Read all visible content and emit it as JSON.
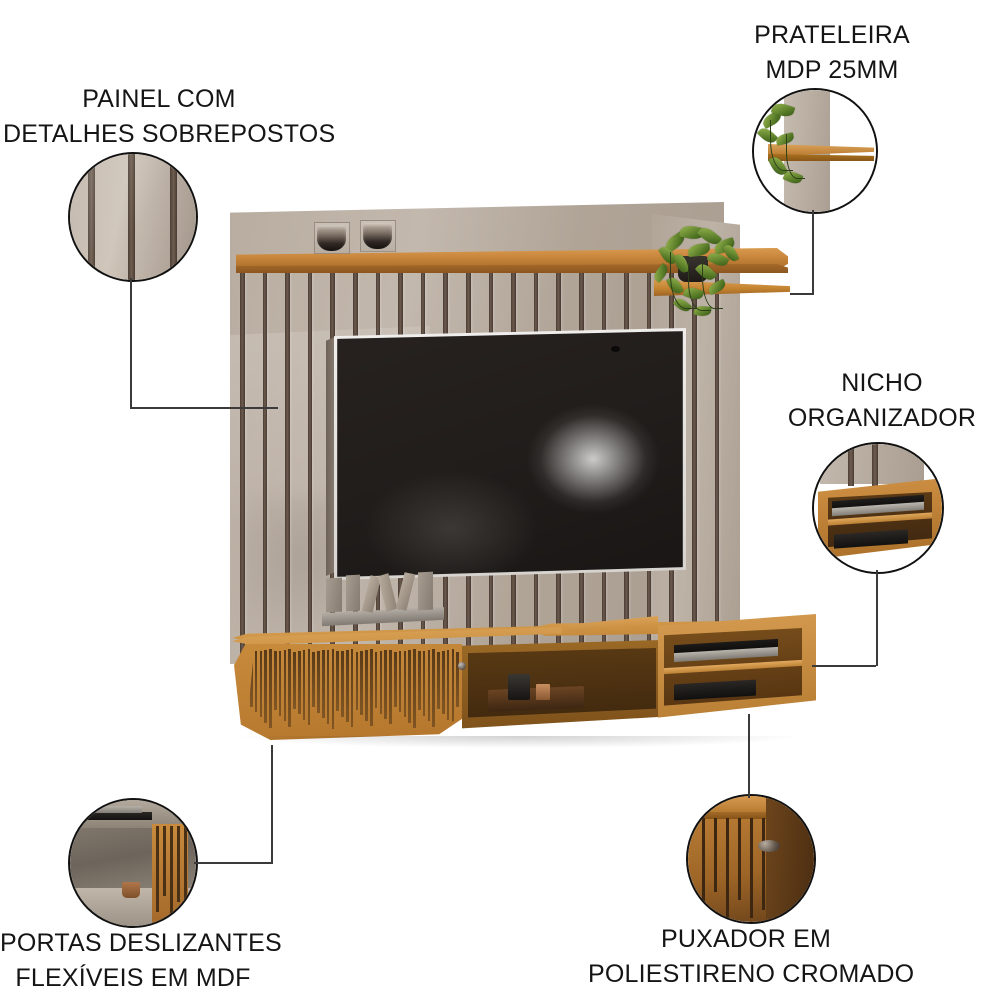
{
  "page": {
    "type": "product-feature-infographic",
    "background_color": "#ffffff",
    "product": "Painel/Home para TV com nichos e portas deslizantes",
    "text_color": "#151515"
  },
  "callouts": [
    {
      "id": "painel-detalhes",
      "label_lines": [
        "PAINEL COM",
        "DETALHES SOBREPOSTOS"
      ],
      "detail_icon": "panel-slats-detail-icon",
      "position": "top-left"
    },
    {
      "id": "prateleira",
      "label_lines": [
        "PRATELEIRA",
        "MDP 25MM"
      ],
      "detail_icon": "floating-shelf-detail-icon",
      "position": "top-right"
    },
    {
      "id": "nicho",
      "label_lines": [
        "NICHO",
        "ORGANIZADOR"
      ],
      "detail_icon": "open-niche-detail-icon",
      "position": "middle-right"
    },
    {
      "id": "portas",
      "label_lines": [
        "PORTAS DESLIZANTES",
        "FLEXÍVEIS EM MDF"
      ],
      "detail_icon": "sliding-door-detail-icon",
      "position": "bottom-left"
    },
    {
      "id": "puxador",
      "label_lines": [
        "PUXADOR EM",
        "POLIESTIRENO CROMADO"
      ],
      "detail_icon": "chrome-handle-detail-icon",
      "position": "bottom-right"
    }
  ],
  "colors": {
    "panel_taupe": "#b9ada1",
    "slat_dark_brown": "#54453c",
    "wood_honey": "#c9873c",
    "wood_deep": "#8c561f",
    "tv_screen": "#221e1c",
    "leader_line": "#3a3a3a",
    "circle_border": "#111111",
    "plant_green": "#4e7222"
  },
  "product_scene": {
    "tv": "wall-mounted-flat-tv",
    "shelf_objects": [
      "dark-glass-bowl",
      "dark-glass-bowl"
    ],
    "side_shelf_object": "trailing-pothos-plant",
    "cabinet_top_objects": [
      "grey-hardcover-book",
      "wooden-zigzag-bookends"
    ],
    "center_niche_objects": [
      "dark-wooden-tray",
      "black-canister",
      "copper-cup"
    ],
    "right_niche_objects": [
      "book-stack",
      "media-player-device"
    ]
  }
}
